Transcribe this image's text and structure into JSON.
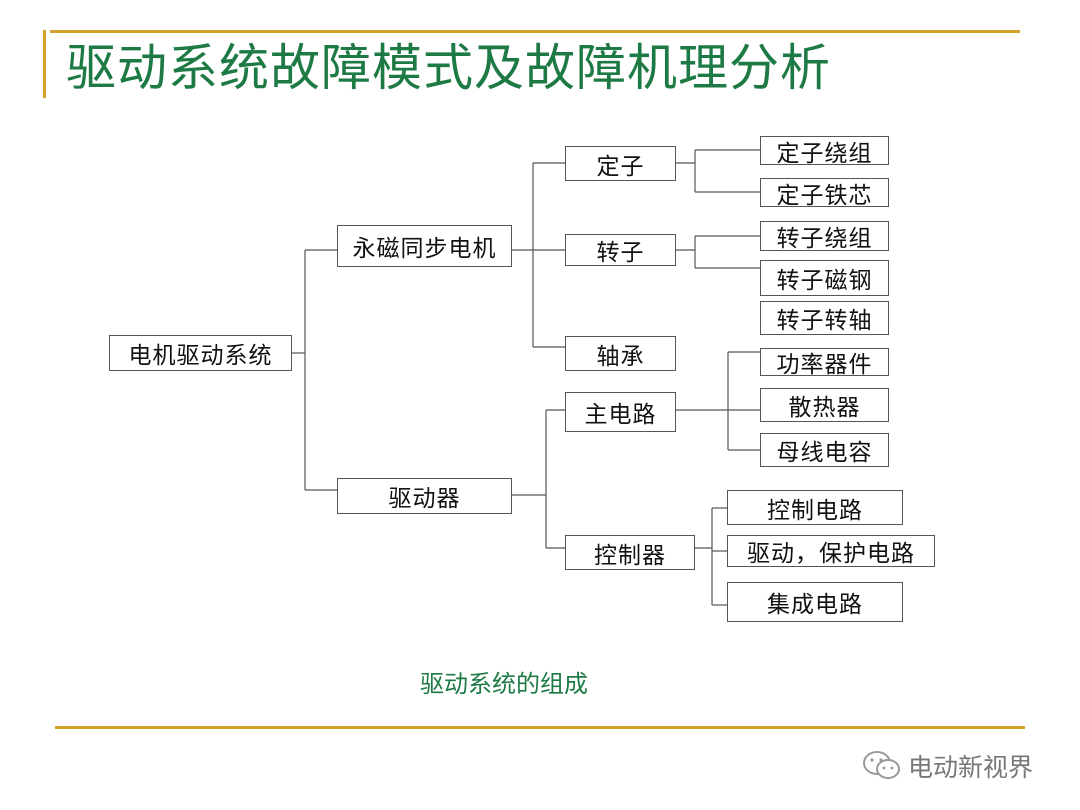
{
  "title": "驱动系统故障模式及故障机理分析",
  "caption": "驱动系统的组成",
  "watermark": "电动新视界",
  "tree": {
    "root": "电机驱动系统",
    "motor": {
      "label": "永磁同步电机",
      "stator": {
        "label": "定子",
        "children": [
          "定子绕组",
          "定子铁芯"
        ]
      },
      "rotor": {
        "label": "转子",
        "children": [
          "转子绕组",
          "转子磁钢",
          "转子转轴"
        ]
      },
      "bearing": {
        "label": "轴承"
      }
    },
    "driver": {
      "label": "驱动器",
      "main_circuit": {
        "label": "主电路",
        "children": [
          "功率器件",
          "散热器",
          "母线电容"
        ]
      },
      "controller": {
        "label": "控制器",
        "children": [
          "控制电路",
          "驱动，保护电路",
          "集成电路"
        ]
      }
    }
  },
  "colors": {
    "title": "#1e7a44",
    "accent": "#d6a22e",
    "caption": "#1e7a44"
  }
}
